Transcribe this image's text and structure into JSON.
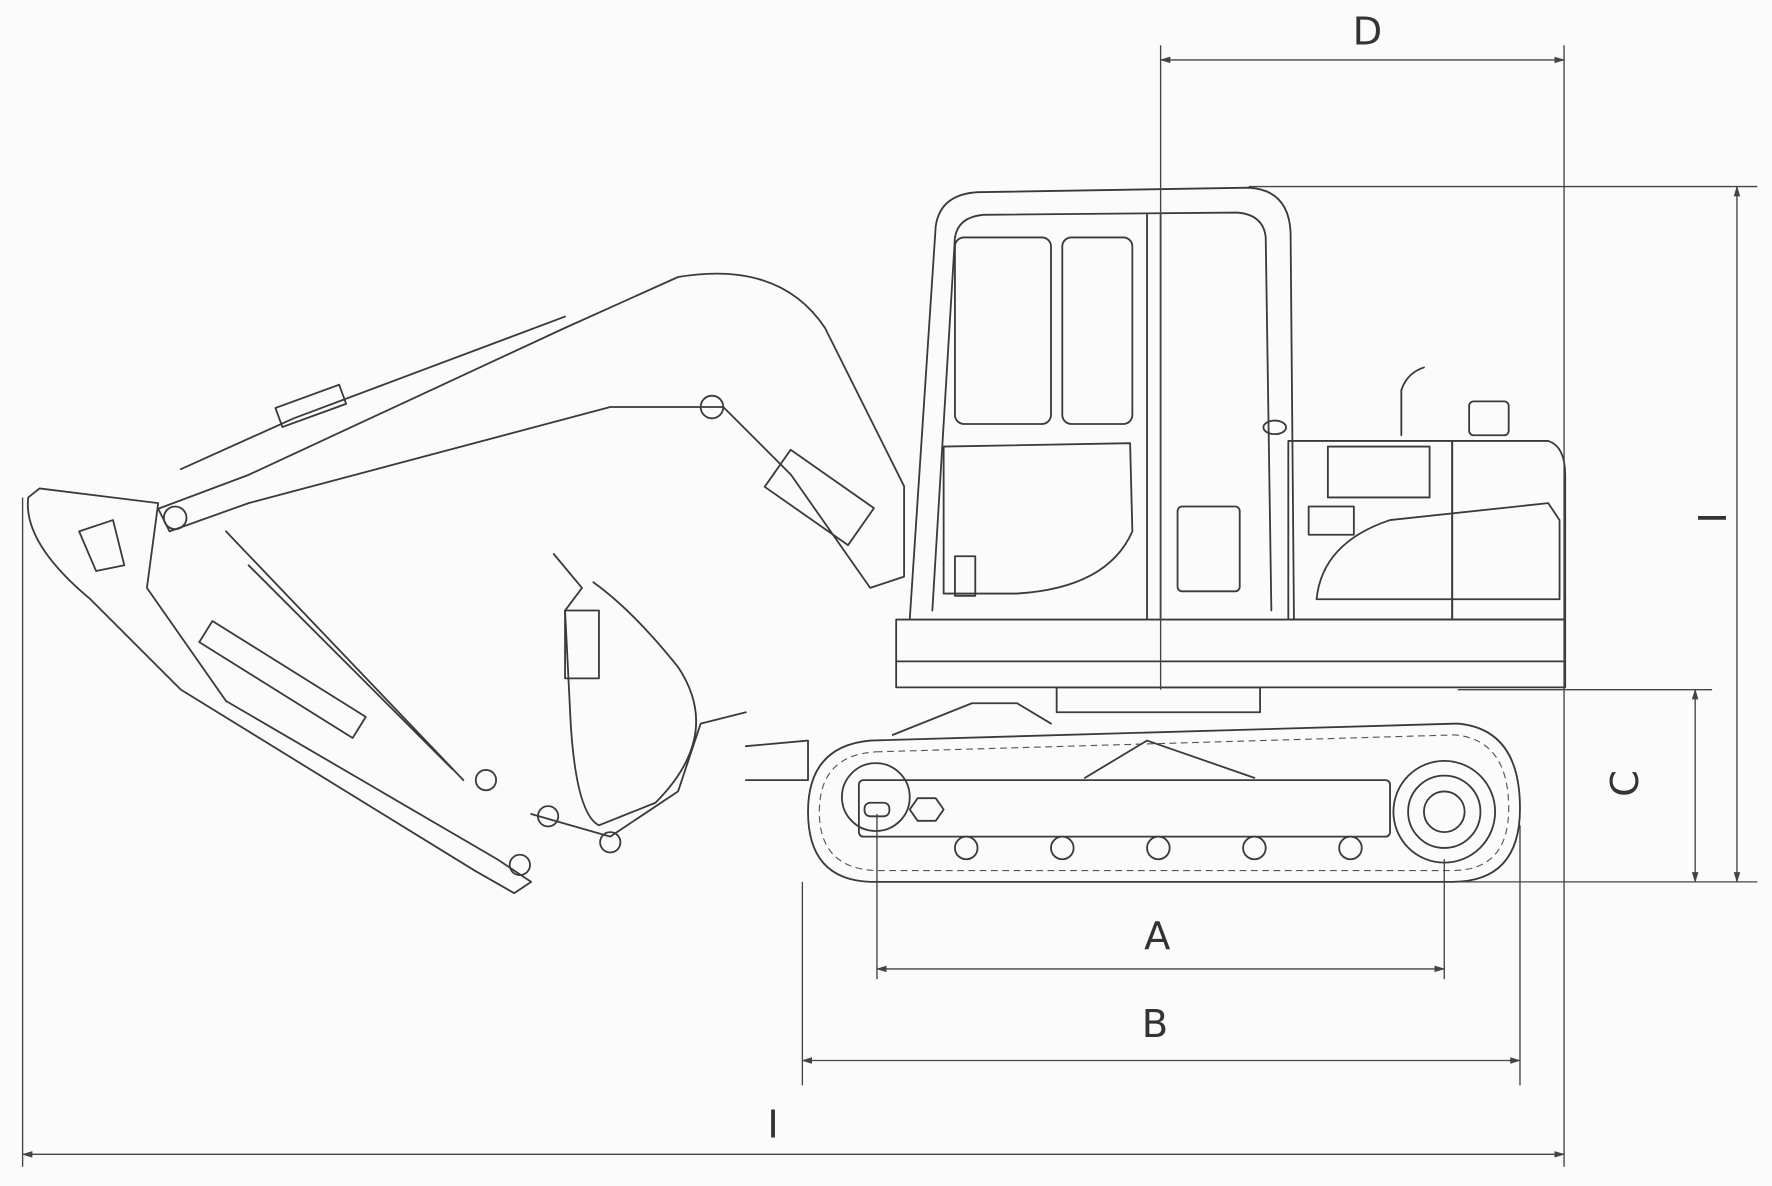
{
  "diagram": {
    "subject": "excavator-side-view",
    "labels": {
      "A": "A",
      "B": "B",
      "C": "C",
      "D": "D",
      "height": "I",
      "length": "I"
    }
  }
}
